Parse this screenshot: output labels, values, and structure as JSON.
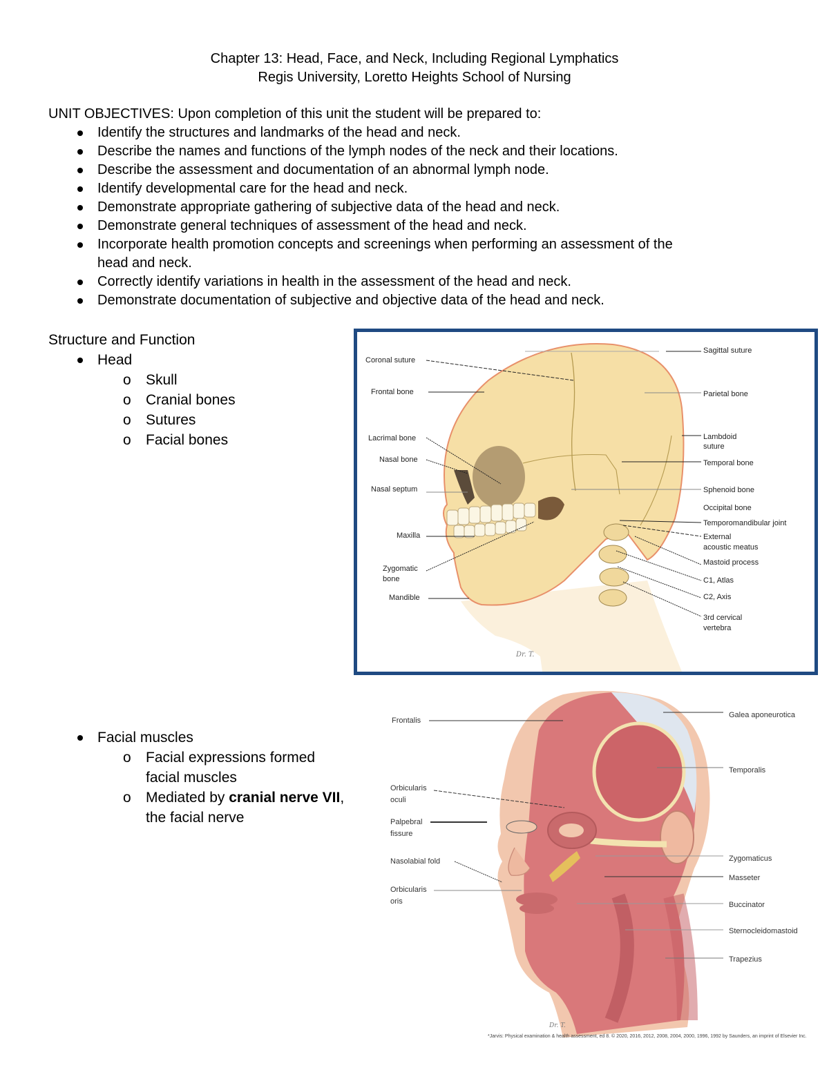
{
  "header": {
    "title": "Chapter 13: Head, Face, and Neck, Including Regional Lymphatics",
    "subtitle": "Regis University, Loretto Heights School of Nursing"
  },
  "objectives": {
    "heading": "UNIT OBJECTIVES:  Upon completion of this unit the student will be prepared to:",
    "items": [
      "Identify the structures and landmarks of the head and neck.",
      "Describe the names and functions of the lymph nodes of the neck and their locations.",
      "Describe the assessment and documentation of an abnormal lymph node.",
      "Identify developmental care for the head and neck.",
      "Demonstrate appropriate gathering of subjective data of the head and neck.",
      "Demonstrate general techniques of assessment of the head and neck.",
      "Incorporate health promotion concepts and screenings when performing an assessment of the",
      "head and neck.",
      "Correctly identify variations in health in the assessment of the head and neck.",
      "Demonstrate documentation of subjective and objective data of the head and neck."
    ]
  },
  "structure": {
    "heading": "Structure and Function",
    "head": {
      "label": "Head",
      "subitems": [
        "Skull",
        "Cranial bones",
        "Sutures",
        "Facial bones"
      ]
    },
    "facial_muscles": {
      "label": "Facial muscles",
      "sub1_line1": "Facial expressions formed",
      "sub1_line2": "facial muscles",
      "sub2_prefix": "Mediated by ",
      "sub2_bold": "cranial nerve VII",
      "sub2_suffix": ",",
      "sub2_line2": "the facial nerve"
    },
    "bullet_char": "o"
  },
  "skull_figure": {
    "border_color": "#1f4a82",
    "left_labels": [
      "Coronal suture",
      "Frontal bone",
      "Lacrimal bone",
      "Nasal bone",
      "Nasal septum",
      "Maxilla",
      "Zygomatic",
      "bone",
      "Mandible"
    ],
    "right_labels": [
      "Sagittal suture",
      "Parietal bone",
      "Lambdoid",
      "suture",
      "Temporal bone",
      "Sphenoid bone",
      "Occipital bone",
      "Temporomandibular joint",
      "External",
      "acoustic meatus",
      "Mastoid process",
      "C1, Atlas",
      "C2, Axis",
      "3rd cervical",
      "vertebra"
    ]
  },
  "muscle_figure": {
    "left_labels": [
      "Frontalis",
      "Orbicularis",
      "oculi",
      "Palpebral",
      "fissure",
      "Nasolabial fold",
      "Orbicularis",
      "oris"
    ],
    "right_labels": [
      "Galea aponeurotica",
      "Temporalis",
      "Zygomaticus",
      "Masseter",
      "Buccinator",
      "Sternocleidomastoid",
      "Trapezius"
    ],
    "caption": "*Jarvis: Physical examination & health assessment, ed 8. © 2020, 2016, 2012, 2008, 2004, 2000, 1996, 1992 by Saunders, an imprint of Elsevier Inc."
  }
}
